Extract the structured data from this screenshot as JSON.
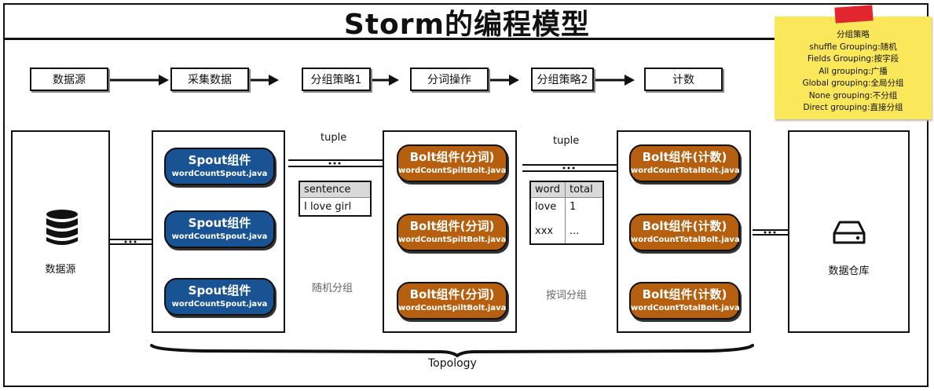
{
  "title": "Storm的编程模型",
  "flow": [
    "数据源",
    "采集数据",
    "分组策略1",
    "分词操作",
    "分组策略2",
    "计数"
  ],
  "sticky_note": {
    "heading": "分组策略",
    "lines": [
      "shuffle Grouping:随机",
      "Fields Grouping:按字段",
      "All grouping:广播",
      "Global grouping:全局分组",
      "None grouping:不分组",
      "Direct grouping:直接分组"
    ]
  },
  "source": {
    "label": "数据源",
    "icon": "database-icon"
  },
  "sink": {
    "label": "数据仓库",
    "icon": "hard-drive-icon"
  },
  "spouts": [
    {
      "title": "Spout组件",
      "subtitle": "wordCountSpout.java"
    },
    {
      "title": "Spout组件",
      "subtitle": "wordCountSpout.java"
    },
    {
      "title": "Spout组件",
      "subtitle": "wordCountSpout.java"
    }
  ],
  "split_bolts": [
    {
      "title": "Bolt组件(分词)",
      "subtitle": "wordCountSpiltBolt.java"
    },
    {
      "title": "Bolt组件(分词)",
      "subtitle": "wordCountSpiltBolt.java"
    },
    {
      "title": "Bolt组件(分词)",
      "subtitle": "wordCountSpiltBolt.java"
    }
  ],
  "count_bolts": [
    {
      "title": "Bolt组件(计数)",
      "subtitle": "wordCountTotalBolt.java"
    },
    {
      "title": "Bolt组件(计数)",
      "subtitle": "wordCountTotalBolt.java"
    },
    {
      "title": "Bolt组件(计数)",
      "subtitle": "wordCountTotalBolt.java"
    }
  ],
  "tuple1": {
    "label": "tuple",
    "header": "sentence",
    "value": "I love girl",
    "grouping": "随机分组"
  },
  "tuple2": {
    "label": "tuple",
    "headers": [
      "word",
      "total"
    ],
    "rows": [
      [
        "love",
        "1"
      ],
      [
        "xxx",
        "..."
      ]
    ],
    "grouping": "按词分组"
  },
  "topology_label": "Topology",
  "colors": {
    "spout": "#1a5393",
    "bolt": "#b6600f",
    "note": "#fbe85a",
    "tape": "#e2262e"
  }
}
